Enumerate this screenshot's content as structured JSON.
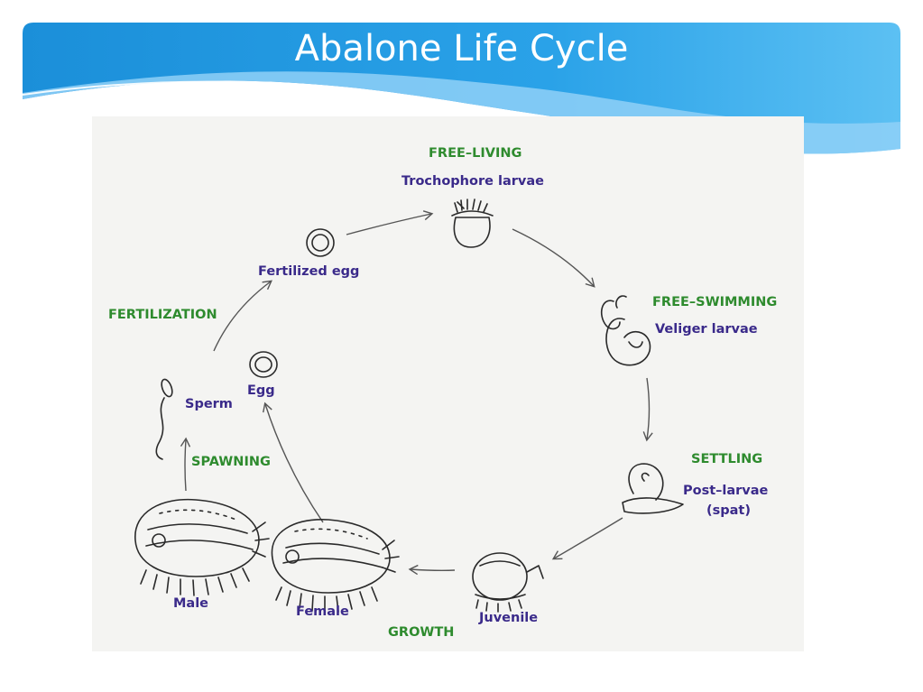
{
  "slide": {
    "title": "Abalone Life Cycle"
  },
  "colors": {
    "banner_dark": "#1b8fd9",
    "banner_light": "#8fd0f7",
    "stage_label": "#2e8b2e",
    "item_label": "#3a2a8a"
  },
  "diagram": {
    "stages": {
      "free_living": "FREE–LIVING",
      "free_swimming": "FREE–SWIMMING",
      "settling": "SETTLING",
      "growth": "GROWTH",
      "spawning": "SPAWNING",
      "fertilization": "FERTILIZATION"
    },
    "items": {
      "trochophore": "Trochophore larvae",
      "veliger": "Veliger larvae",
      "post_larvae": "Post–larvae",
      "spat": "(spat)",
      "juvenile": "Juvenile",
      "female": "Female",
      "male": "Male",
      "sperm": "Sperm",
      "egg": "Egg",
      "fertilized_egg": "Fertilized egg"
    }
  }
}
